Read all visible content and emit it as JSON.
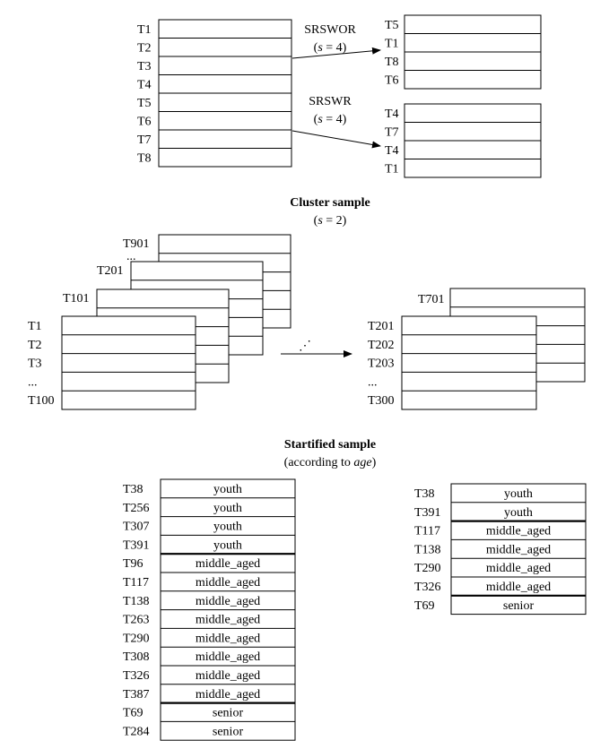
{
  "srs": {
    "source_rows": [
      "T1",
      "T2",
      "T3",
      "T4",
      "T5",
      "T6",
      "T7",
      "T8"
    ],
    "srswor": {
      "title": "SRSWOR",
      "param_pre": "(",
      "param_var": "s",
      "param_post": " = 4)",
      "rows": [
        "T5",
        "T1",
        "T8",
        "T6"
      ]
    },
    "srswr": {
      "title": "SRSWR",
      "param_pre": "(",
      "param_var": "s",
      "param_post": " = 4)",
      "rows": [
        "T4",
        "T7",
        "T4",
        "T1"
      ]
    }
  },
  "cluster": {
    "title": "Cluster sample",
    "param_pre": "(",
    "param_var": "s",
    "param_post": " = 2)",
    "stack_labels": [
      "T901",
      "T201",
      "T101"
    ],
    "stack_ellipsis": "...",
    "front_rows": [
      "T1",
      "T2",
      "T3",
      "...",
      "T100"
    ],
    "more_ellipsis": "⋰",
    "result_back_label": "T701",
    "result_rows": [
      "T201",
      "T202",
      "T203",
      "...",
      "T300"
    ]
  },
  "stratified": {
    "title": "Startified sample",
    "subtitle_pre": "(according to ",
    "subtitle_var": "age",
    "subtitle_post": ")",
    "left": [
      {
        "id": "T38",
        "age": "youth"
      },
      {
        "id": "T256",
        "age": "youth"
      },
      {
        "id": "T307",
        "age": "youth"
      },
      {
        "id": "T391",
        "age": "youth"
      },
      {
        "id": "T96",
        "age": "middle_aged"
      },
      {
        "id": "T117",
        "age": "middle_aged"
      },
      {
        "id": "T138",
        "age": "middle_aged"
      },
      {
        "id": "T263",
        "age": "middle_aged"
      },
      {
        "id": "T290",
        "age": "middle_aged"
      },
      {
        "id": "T308",
        "age": "middle_aged"
      },
      {
        "id": "T326",
        "age": "middle_aged"
      },
      {
        "id": "T387",
        "age": "middle_aged"
      },
      {
        "id": "T69",
        "age": "senior"
      },
      {
        "id": "T284",
        "age": "senior"
      }
    ],
    "right": [
      {
        "id": "T38",
        "age": "youth"
      },
      {
        "id": "T391",
        "age": "youth"
      },
      {
        "id": "T117",
        "age": "middle_aged"
      },
      {
        "id": "T138",
        "age": "middle_aged"
      },
      {
        "id": "T290",
        "age": "middle_aged"
      },
      {
        "id": "T326",
        "age": "middle_aged"
      },
      {
        "id": "T69",
        "age": "senior"
      }
    ]
  }
}
